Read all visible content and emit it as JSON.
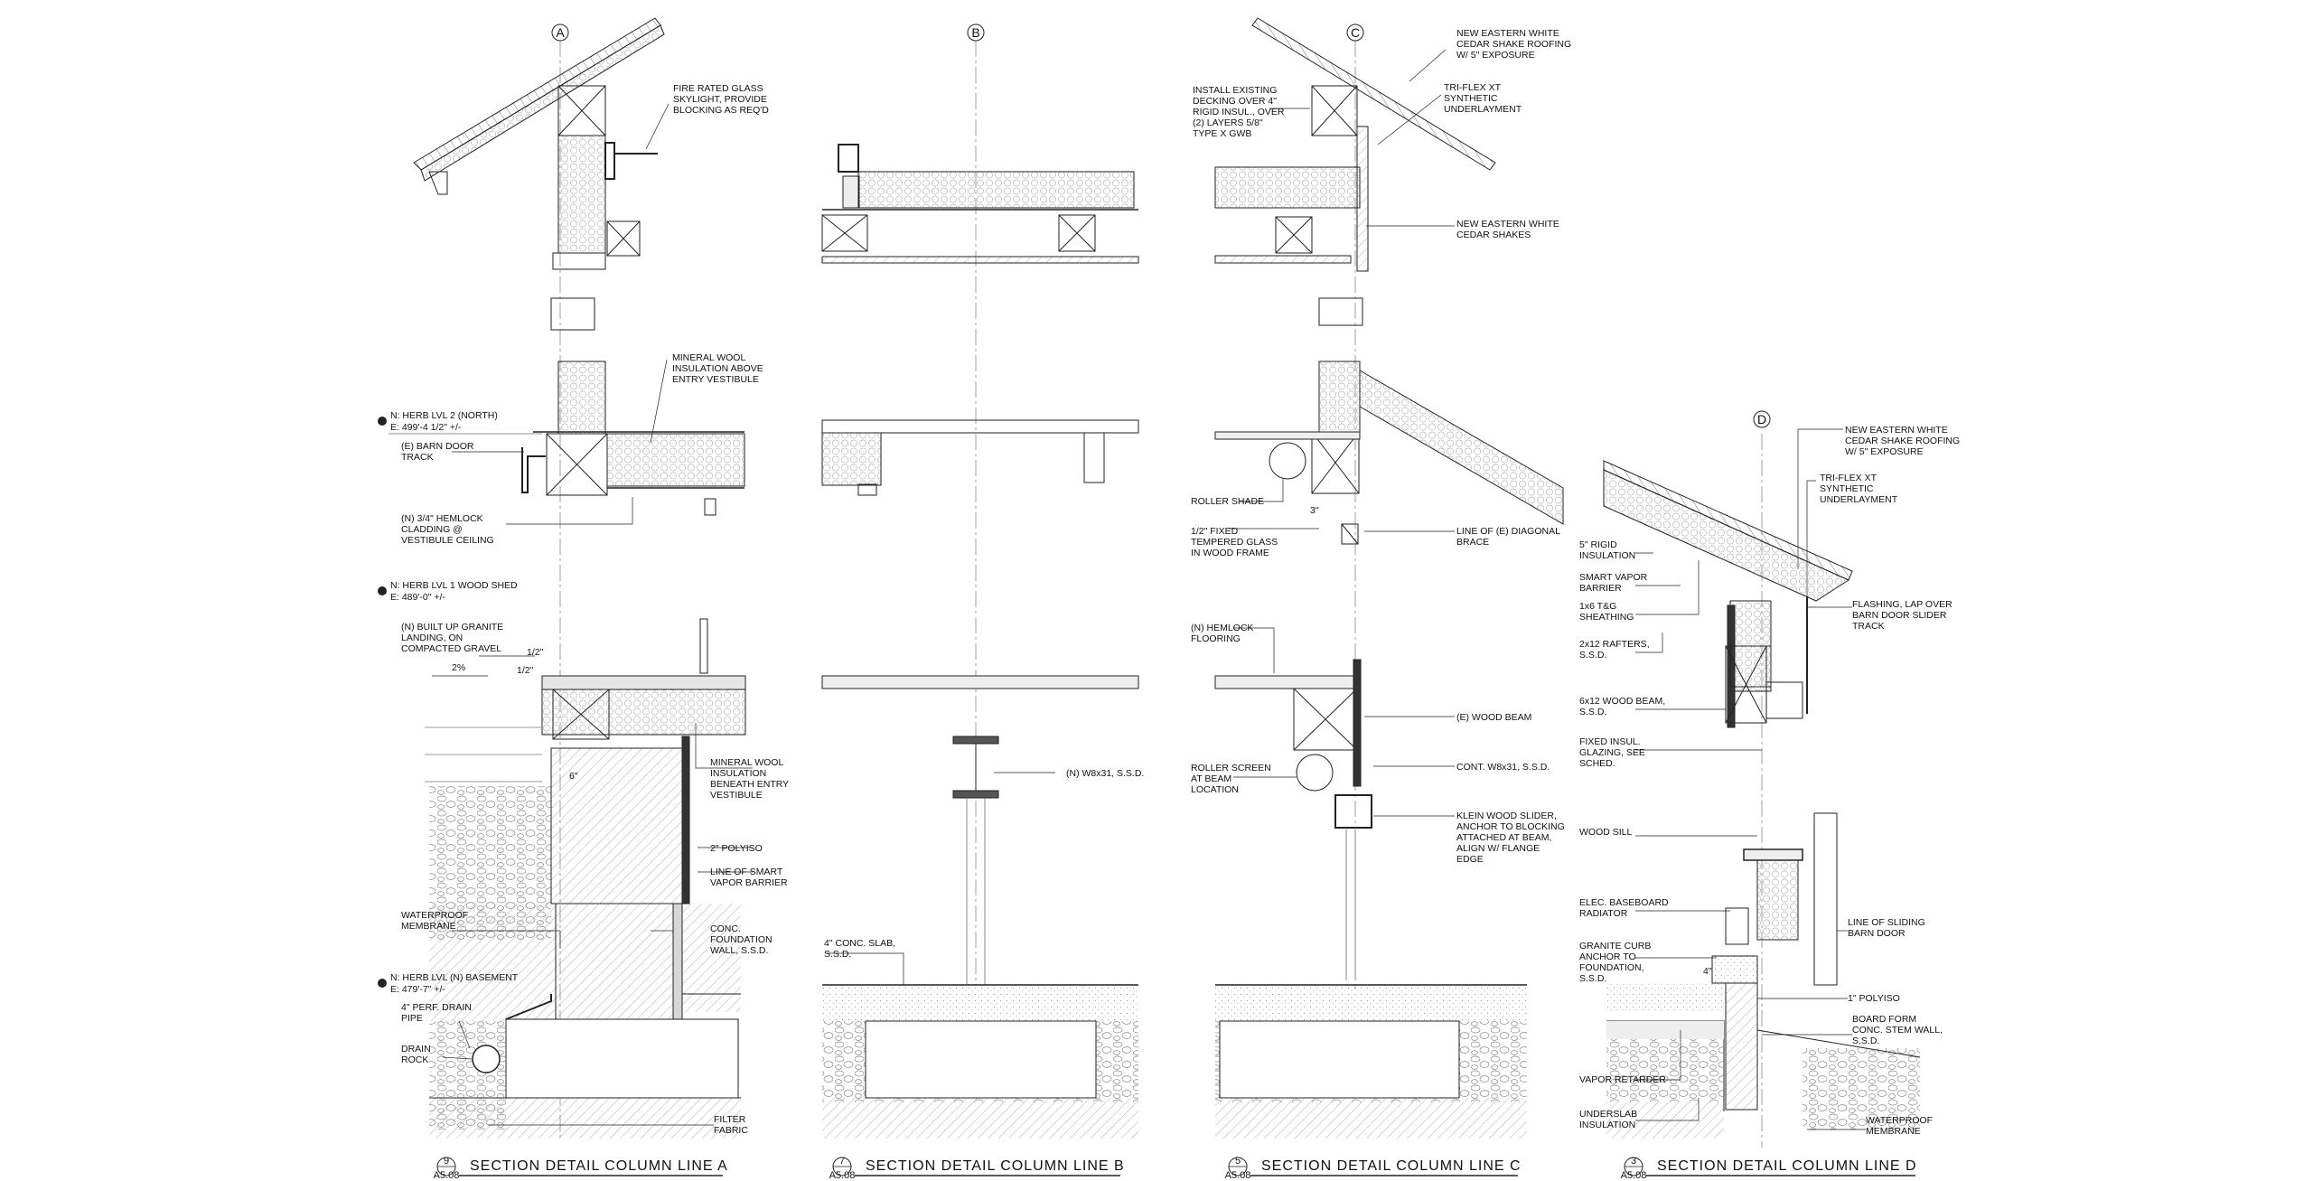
{
  "column_bubbles": [
    "A",
    "B",
    "C",
    "D"
  ],
  "details": [
    {
      "number": "9",
      "sheet": "A5.08",
      "title": "SECTION DETAIL COLUMN LINE  A"
    },
    {
      "number": "7",
      "sheet": "A5.08",
      "title": "SECTION DETAIL COLUMN LINE  B"
    },
    {
      "number": "5",
      "sheet": "A5.08",
      "title": "SECTION DETAIL COLUMN LINE  C"
    },
    {
      "number": "3",
      "sheet": "A5.08",
      "title": "SECTION DETAIL COLUMN LINE  D"
    }
  ],
  "levels": [
    {
      "name": "N: HERB LVL 2 (NORTH)",
      "elev": "E: 499'-4 1/2\" +/-"
    },
    {
      "name": "N: HERB LVL 1 WOOD SHED",
      "elev": "E: 489'-0\" +/-"
    },
    {
      "name": "N: HERB LVL (N) BASEMENT",
      "elev": "E: 479'-7\" +/-"
    }
  ],
  "dimensions": [
    "2%",
    "1/2\"",
    "1/2\"",
    "6\"",
    "3\"",
    "4\""
  ],
  "notes_a": [
    [
      "FIRE RATED GLASS",
      "SKYLIGHT, PROVIDE",
      "BLOCKING AS REQ'D"
    ],
    [
      "MINERAL WOOL",
      "INSULATION ABOVE",
      "ENTRY VESTIBULE"
    ],
    [
      "(E) BARN DOOR",
      "TRACK"
    ],
    [
      "(N) 3/4\" HEMLOCK",
      "CLADDING @",
      "VESTIBULE CEILING"
    ],
    [
      "(N) BUILT UP GRANITE",
      "LANDING, ON",
      "COMPACTED GRAVEL"
    ],
    [
      "MINERAL WOOL",
      "INSULATION",
      "BENEATH ENTRY",
      "VESTIBULE"
    ],
    [
      "2\" POLYISO"
    ],
    [
      "LINE OF SMART",
      "VAPOR BARRIER"
    ],
    [
      "WATERPROOF",
      "MEMBRANE"
    ],
    [
      "CONC.",
      "FOUNDATION",
      "WALL, S.S.D."
    ],
    [
      "4\" PERF. DRAIN",
      "PIPE"
    ],
    [
      "DRAIN",
      "ROCK"
    ],
    [
      "FILTER",
      "FABRIC"
    ]
  ],
  "notes_b": [
    [
      "(N) W8x31, S.S.D."
    ],
    [
      "4\" CONC. SLAB,",
      "S.S.D."
    ]
  ],
  "notes_c": [
    [
      "NEW EASTERN WHITE",
      "CEDAR SHAKE ROOFING",
      "W/ 5\" EXPOSURE"
    ],
    [
      "INSTALL EXISTING",
      "DECKING OVER 4\"",
      "RIGID INSUL., OVER",
      "(2) LAYERS 5/8\"",
      "TYPE X GWB"
    ],
    [
      "TRI-FLEX XT",
      "SYNTHETIC",
      "UNDERLAYMENT"
    ],
    [
      "NEW EASTERN WHITE",
      "CEDAR SHAKES"
    ],
    [
      "ROLLER SHADE"
    ],
    [
      "1/2\" FIXED",
      "TEMPERED GLASS",
      "IN WOOD FRAME"
    ],
    [
      "LINE OF (E) DIAGONAL",
      "BRACE"
    ],
    [
      "(N) HEMLOCK",
      "FLOORING"
    ],
    [
      "(E) WOOD BEAM"
    ],
    [
      "ROLLER SCREEN",
      "AT BEAM",
      "LOCATION"
    ],
    [
      "CONT. W8x31, S.S.D."
    ],
    [
      "KLEIN WOOD SLIDER,",
      "ANCHOR TO BLOCKING",
      "ATTACHED AT BEAM,",
      "ALIGN W/ FLANGE",
      "EDGE"
    ]
  ],
  "notes_d": [
    [
      "NEW EASTERN WHITE",
      "CEDAR SHAKE ROOFING",
      "W/ 5\" EXPOSURE"
    ],
    [
      "TRI-FLEX XT",
      "SYNTHETIC",
      "UNDERLAYMENT"
    ],
    [
      "5\" RIGID",
      "INSULATION"
    ],
    [
      "SMART VAPOR",
      "BARRIER"
    ],
    [
      "1x6 T&G",
      "SHEATHING"
    ],
    [
      "FLASHING, LAP OVER",
      "BARN DOOR SLIDER",
      "TRACK"
    ],
    [
      "2x12 RAFTERS,",
      "S.S.D."
    ],
    [
      "6x12 WOOD BEAM,",
      "S.S.D."
    ],
    [
      "FIXED INSUL.",
      "GLAZING, SEE",
      "SCHED."
    ],
    [
      "WOOD SILL"
    ],
    [
      "ELEC. BASEBOARD",
      "RADIATOR"
    ],
    [
      "LINE OF SLIDING",
      "BARN DOOR"
    ],
    [
      "GRANITE CURB",
      "ANCHOR TO",
      "FOUNDATION,",
      "S.S.D."
    ],
    [
      "1\"  POLYISO"
    ],
    [
      "BOARD FORM",
      "CONC. STEM WALL,",
      "S.S.D."
    ],
    [
      "VAPOR RETARDER"
    ],
    [
      "UNDERSLAB",
      "INSULATION"
    ],
    [
      "WATERPROOF",
      "MEMBRANE"
    ]
  ]
}
